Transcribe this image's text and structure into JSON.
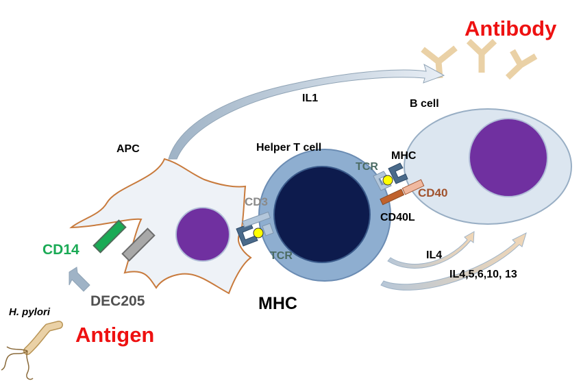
{
  "labels": {
    "antibody": "Antibody",
    "il1": "IL1",
    "b_cell": "B cell",
    "apc": "APC",
    "helper_t_cell": "Helper T cell",
    "tcr_top": "TCR",
    "mhc_top": "MHC",
    "cd40": "CD40",
    "cd40l": "CD40L",
    "cd3": "CD3",
    "tcr_bottom": "TCR",
    "cd14": "CD14",
    "dec205": "DEC205",
    "il4": "IL4",
    "il_list": "IL4,5,6,10, 13",
    "mhc_main": "MHC",
    "h_pylori": "H. pylori",
    "antigen": "Antigen"
  },
  "colors": {
    "red_text": "#ee1111",
    "green_cd14": "#1aaa55",
    "gray_text": "#505050",
    "tcr_text": "#4b6b63",
    "brown_cd40": "#a0522d",
    "cd3_text": "#8a8a8a",
    "apc_fill": "#eef2f7",
    "apc_stroke": "#c87a3c",
    "nucleus_purple": "#7030a0",
    "t_cell_outer": "#8eaed0",
    "t_cell_inner": "#0d1b4d",
    "b_cell_fill": "#dce6f0",
    "antibody_fill": "#ead1a6",
    "arrow_fill": "#dce6f0"
  }
}
